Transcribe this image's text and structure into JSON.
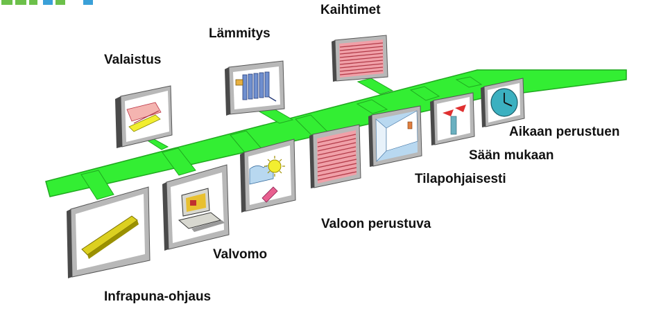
{
  "labels": {
    "kaihtimet": "Kaihtimet",
    "lammitys": "Lämmitys",
    "valaistus": "Valaistus",
    "aikaan_perustuen": "Aikaan perustuen",
    "saan_mukaan": "Sään mukaan",
    "tilapohjaisesti": "Tilapohjaisesti",
    "valoon_perustuva": "Valoon perustuva",
    "valvomo": "Valvomo",
    "infrapuna_ohjaus": "Infrapuna-ohjaus"
  },
  "icons": {
    "valaistus": "ceiling-light-icon",
    "lammitys": "radiator-icon",
    "kaihtimet": "window-blinds-icon",
    "infrapuna": "infrared-remote-icon",
    "valvomo": "computer-workstation-icon",
    "valoon": "sun-light-sensor-icon",
    "blinds_lower": "window-blinds-icon",
    "room": "room-sensor-icon",
    "weather": "weather-station-icon",
    "clock": "clock-icon"
  },
  "colors": {
    "bus": "#33ee33",
    "bus_edge": "#1fa81f",
    "panel_frame": "#b8b8b8",
    "panel_side": "#4a4a4a",
    "blind": "#f0a0a8",
    "blind_line": "#b23a48",
    "yellow": "#e6e000",
    "clock_face": "#3bb0c0",
    "radiator": "#6f8fcf",
    "room_blue": "#b8d8f0",
    "logo_green": "#6cc04a",
    "logo_blue": "#3aa0d8"
  }
}
